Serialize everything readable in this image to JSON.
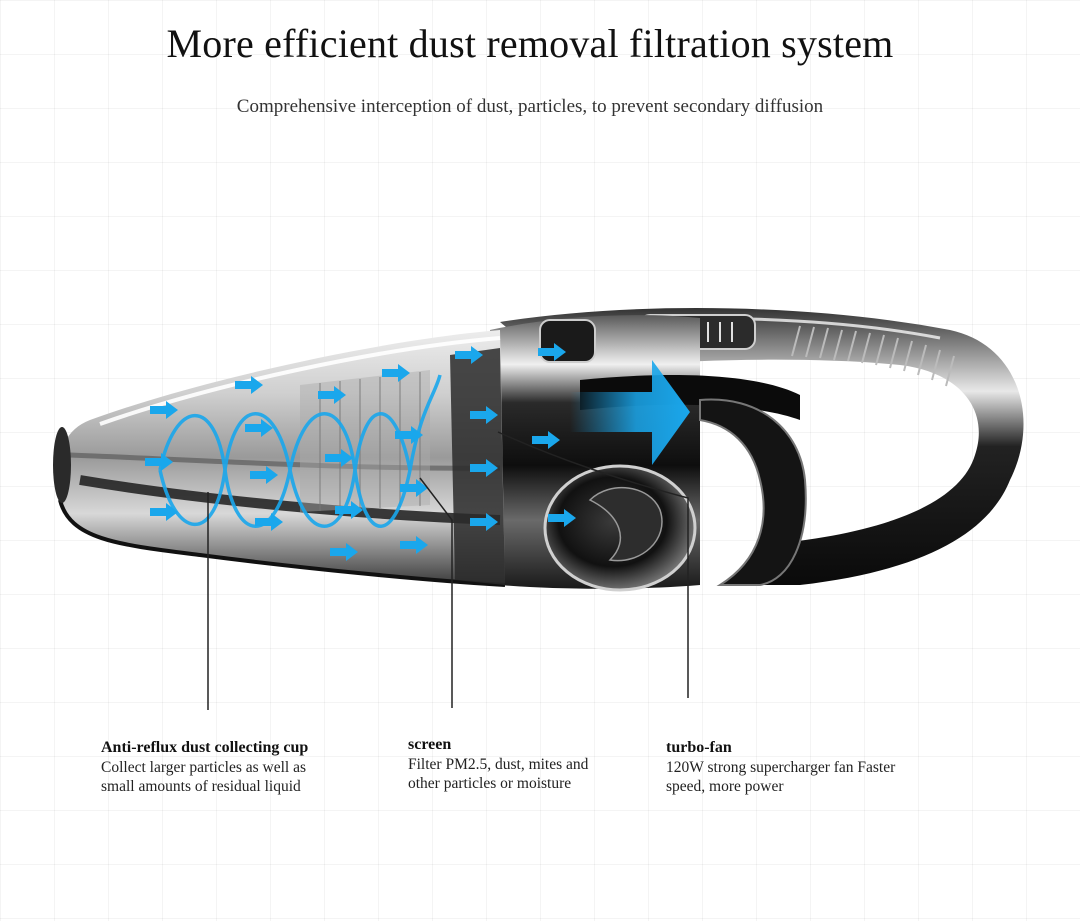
{
  "header": {
    "title": "More efficient dust removal filtration system",
    "subtitle": "Comprehensive interception of dust, particles, to prevent secondary diffusion"
  },
  "colors": {
    "airflow": "#1aa7ec",
    "body": "#1b1b1b",
    "leader": "#222222"
  },
  "components": [
    {
      "name": "Anti-reflux dust collecting cup",
      "description": "Collect larger particles as well as small amounts of residual liquid"
    },
    {
      "name": "screen",
      "description": "Filter PM2.5, dust, mites and other particles or moisture"
    },
    {
      "name": "turbo-fan",
      "description": "120W strong supercharger fan Faster speed, more power"
    }
  ]
}
